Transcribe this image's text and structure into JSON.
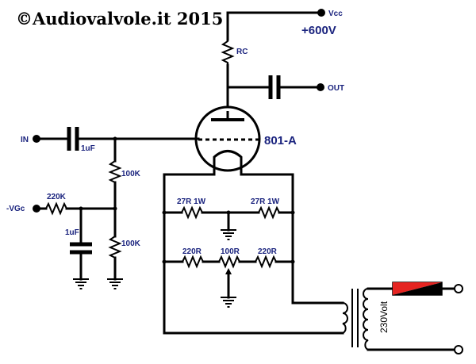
{
  "title": "©Audiovalvole.it 2015",
  "supply": {
    "vcc_label": "Vcc",
    "voltage_label": "+600V"
  },
  "tube": {
    "label": "801-A"
  },
  "inputs": {
    "in_label": "IN",
    "out_label": "OUT",
    "bias_label": "-VGc"
  },
  "components": {
    "rc": "RC",
    "cap_in": "1uF",
    "r_grid_upper": "100K",
    "r_grid_lower": "100K",
    "r_bias": "220K",
    "cap_bias": "1uF",
    "r_fil_left": "27R 1W",
    "r_fil_right": "27R 1W",
    "r_hum_left": "220R",
    "r_hum_pot": "100R",
    "r_hum_right": "220R"
  },
  "transformer": {
    "primary_label": "230Volt"
  },
  "colors": {
    "wire": "#000000",
    "label": "#1a237e",
    "fuse_red": "#e52421"
  }
}
